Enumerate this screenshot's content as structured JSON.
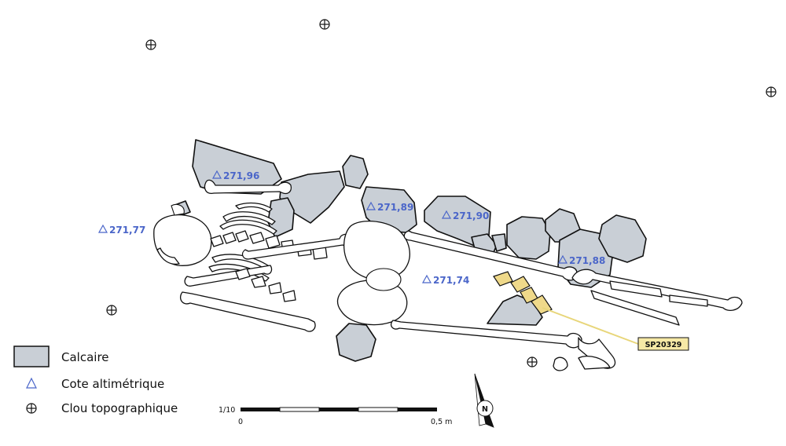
{
  "cotes": [
    {
      "label": "271,96"
    },
    {
      "label": "271,89"
    },
    {
      "label": "271,90"
    },
    {
      "label": "271,77"
    },
    {
      "label": "271,88"
    },
    {
      "label": "271,74"
    }
  ],
  "sample_label": "SP20329",
  "legend": {
    "calcaire": "Calcaire",
    "cote": "Cote altimétrique",
    "clou": "Clou topographique"
  },
  "scale": {
    "ratio": "1/10",
    "start": "0",
    "end": "0,5 m"
  },
  "north_label": "N",
  "colors": {
    "stone_fill": "#c9cfd6",
    "cote_text": "#4b66c9",
    "sample_fill": "#efd98a"
  }
}
